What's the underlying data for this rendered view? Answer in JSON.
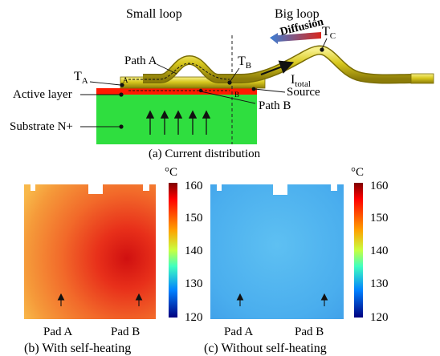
{
  "top": {
    "small_loop": "Small loop",
    "big_loop": "Big loop",
    "path_a": "Path A",
    "path_b": "Path B",
    "t_a_main": "T",
    "t_a_sub": "A",
    "t_b_main": "T",
    "t_b_sub": "B",
    "t_c_main": "T",
    "t_c_sub": "C",
    "diffusion": "Diffusion",
    "i_total_main": "I",
    "i_total_sub": "total",
    "source": "Source",
    "active_layer": "Active layer",
    "substrate": "Substrate N+",
    "small_a": "A",
    "small_b": "B",
    "caption": "(a) Current distribution"
  },
  "maps": [
    {
      "unit": "°C",
      "ticks": [
        "160",
        "150",
        "140",
        "130",
        "120"
      ],
      "pad_a": "Pad A",
      "pad_b": "Pad B",
      "caption": "(b) With self-heating",
      "colorbar_range": [
        120,
        160
      ]
    },
    {
      "unit": "°C",
      "ticks": [
        "160",
        "150",
        "140",
        "130",
        "120"
      ],
      "pad_a": "Pad A",
      "pad_b": "Pad B",
      "caption": "(c) Without self-heating",
      "colorbar_range": [
        120,
        160
      ]
    }
  ],
  "colors": {
    "wire": "#d8c81e",
    "wire_dark": "#7a6d05",
    "substrate": "#2fde3f",
    "active": "#ff1a00",
    "diffusion_arrow_start": "#d9261c",
    "diffusion_arrow_end": "#3b7fd6"
  }
}
